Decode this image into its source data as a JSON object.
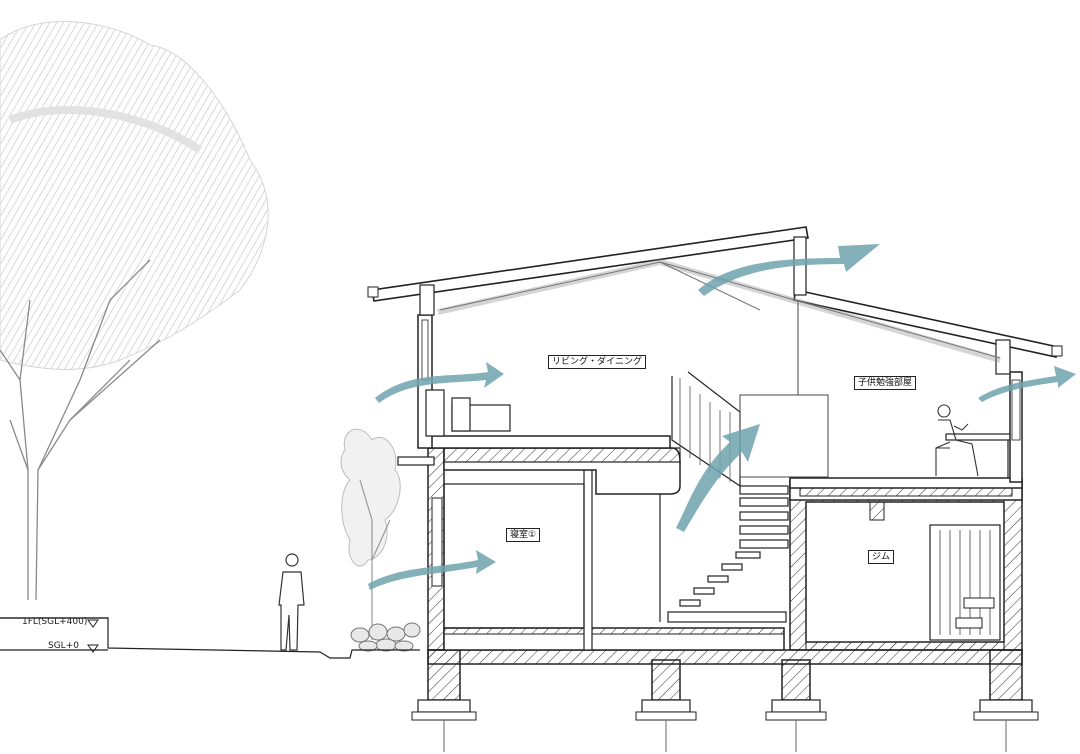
{
  "rooms": {
    "living_dining": "リビング・ダイニング",
    "kids_study": "子供勉強部屋",
    "bedroom": "寝室①",
    "gym": "ジム"
  },
  "levels": {
    "first_floor": "1FL(SGL+400)",
    "ground": "SGL+0"
  },
  "colors": {
    "airflow": "#6fa3ad",
    "line": "#222222",
    "tree": "#cfcfcf"
  }
}
